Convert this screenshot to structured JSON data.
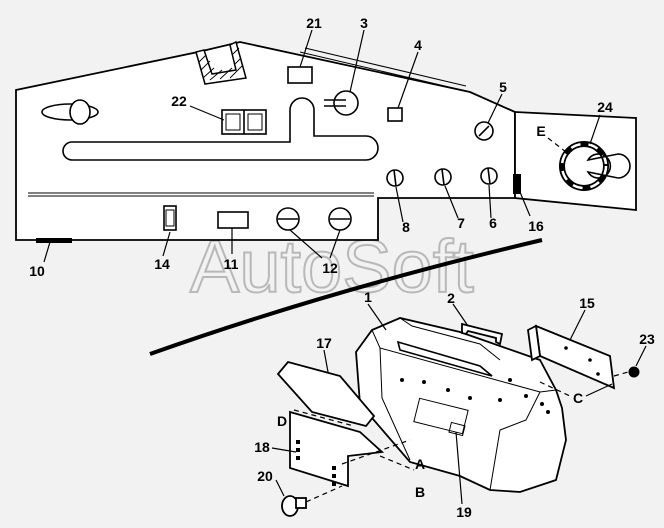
{
  "watermark": "AutoSoft",
  "callouts": {
    "n1": "1",
    "n2": "2",
    "n3": "3",
    "n4": "4",
    "n5": "5",
    "n6": "6",
    "n7": "7",
    "n8": "8",
    "n10": "10",
    "n11": "11",
    "n12": "12",
    "n14": "14",
    "n15": "15",
    "n16": "16",
    "n17": "17",
    "n18": "18",
    "n19": "19",
    "n20": "20",
    "n21": "21",
    "n22": "22",
    "n23": "23",
    "n24": "24",
    "A": "A",
    "B": "B",
    "C": "C",
    "D": "D",
    "E": "E"
  }
}
